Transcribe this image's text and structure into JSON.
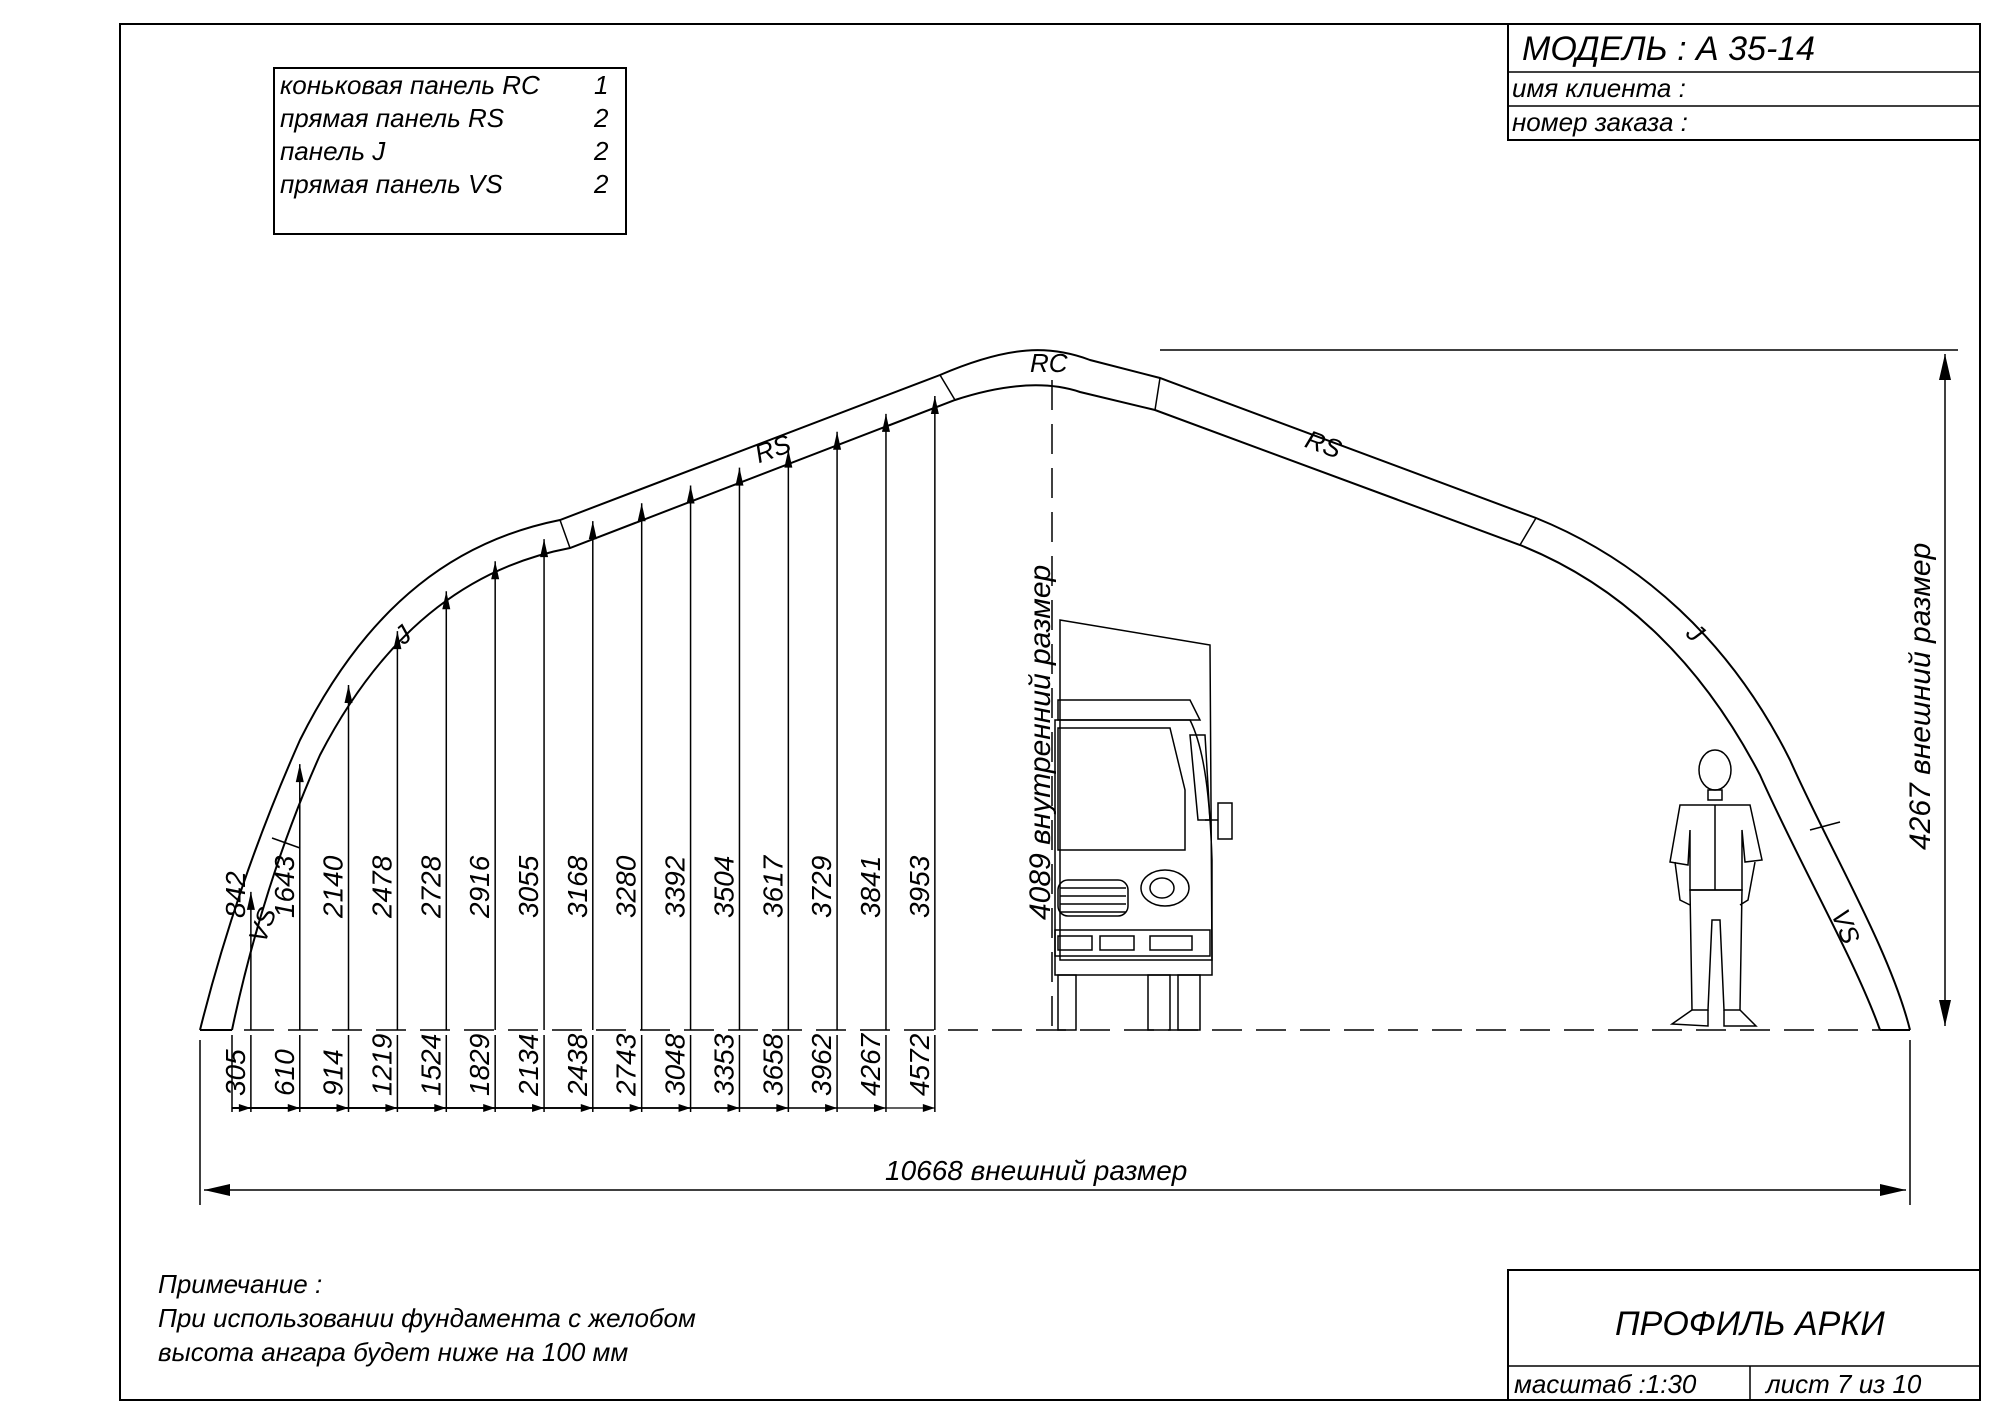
{
  "title_block": {
    "model": "МОДЕЛЬ : А 35-14",
    "client_label": "имя клиента :",
    "order_label": "номер заказа :",
    "drawing_name": "ПРОФИЛЬ АРКИ",
    "scale": "масштаб :1:30",
    "sheet": "лист  7  из  10"
  },
  "panel_table": [
    {
      "name": "коньковая панель  RC",
      "qty": "1"
    },
    {
      "name": "прямая панель  RS",
      "qty": "2"
    },
    {
      "name": "панель  J",
      "qty": "2"
    },
    {
      "name": "прямая панель  VS",
      "qty": "2"
    }
  ],
  "arch_labels": {
    "rc": "RC",
    "rs_left": "RS",
    "rs_right": "RS",
    "j_left": "J",
    "j_right": "J",
    "vs_left": "VS",
    "vs_right": "VS"
  },
  "dimensions": {
    "positions": [
      "305",
      "610",
      "914",
      "1219",
      "1524",
      "1829",
      "2134",
      "2438",
      "2743",
      "3048",
      "3353",
      "3658",
      "3962",
      "4267",
      "4572"
    ],
    "heights": [
      "842",
      "1643",
      "2140",
      "2478",
      "2728",
      "2916",
      "3055",
      "3168",
      "3280",
      "3392",
      "3504",
      "3617",
      "3729",
      "3841",
      "3953"
    ],
    "inner_height": "4089  внутренний размер",
    "outer_height": "4267  внешний размер",
    "outer_width": "10668  внешний размер"
  },
  "note": {
    "title": "Примечание :",
    "line1": "При использовании фундамента с желобом",
    "line2": "высота ангара будет ниже на  100  мм"
  }
}
